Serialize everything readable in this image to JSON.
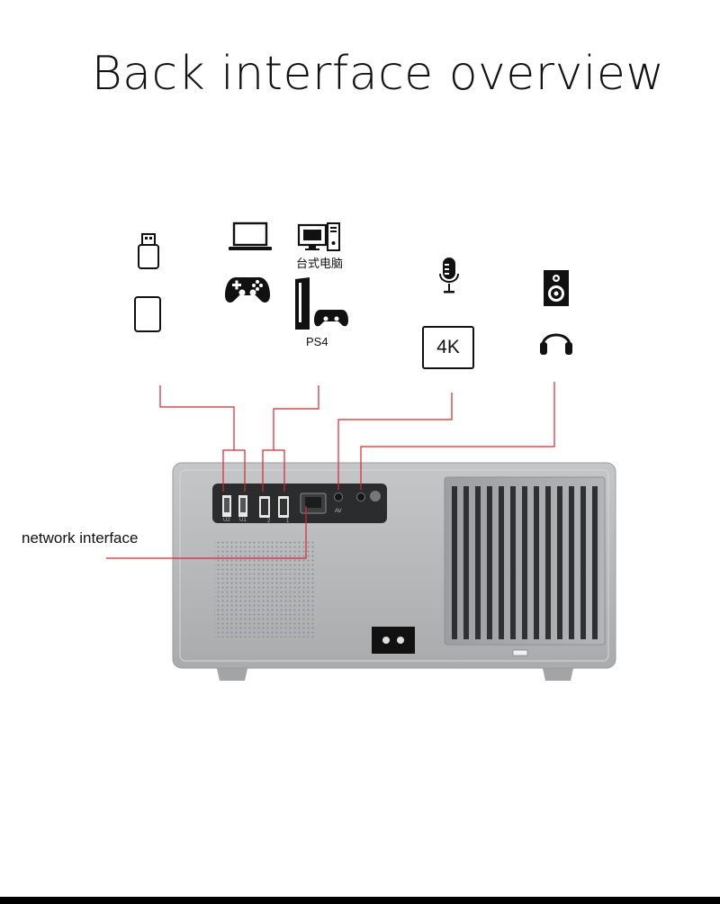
{
  "page": {
    "title": "Back interface overview"
  },
  "icons": {
    "usb_drive": "usb-drive-icon",
    "sd_card": "memory-card-icon",
    "laptop": "laptop-icon",
    "desktop": "desktop-computer-icon",
    "gamepad": "gamepad-icon",
    "ps4": "ps4-console-icon",
    "microphone": "microphone-icon",
    "speaker": "speaker-icon",
    "headphones": "headphones-icon"
  },
  "labels": {
    "desktop": "台式电脑",
    "ps4": "PS4",
    "fourk": "4K",
    "network": "network interface"
  },
  "ports": {
    "usb2": "U2",
    "usb1": "U1",
    "hdmi2": "2",
    "hdmi1": "1",
    "av": "AV"
  },
  "colors": {
    "connector_line": "#d9262c",
    "device_body": "#b7b9bb",
    "panel": "#2b2c2e"
  }
}
